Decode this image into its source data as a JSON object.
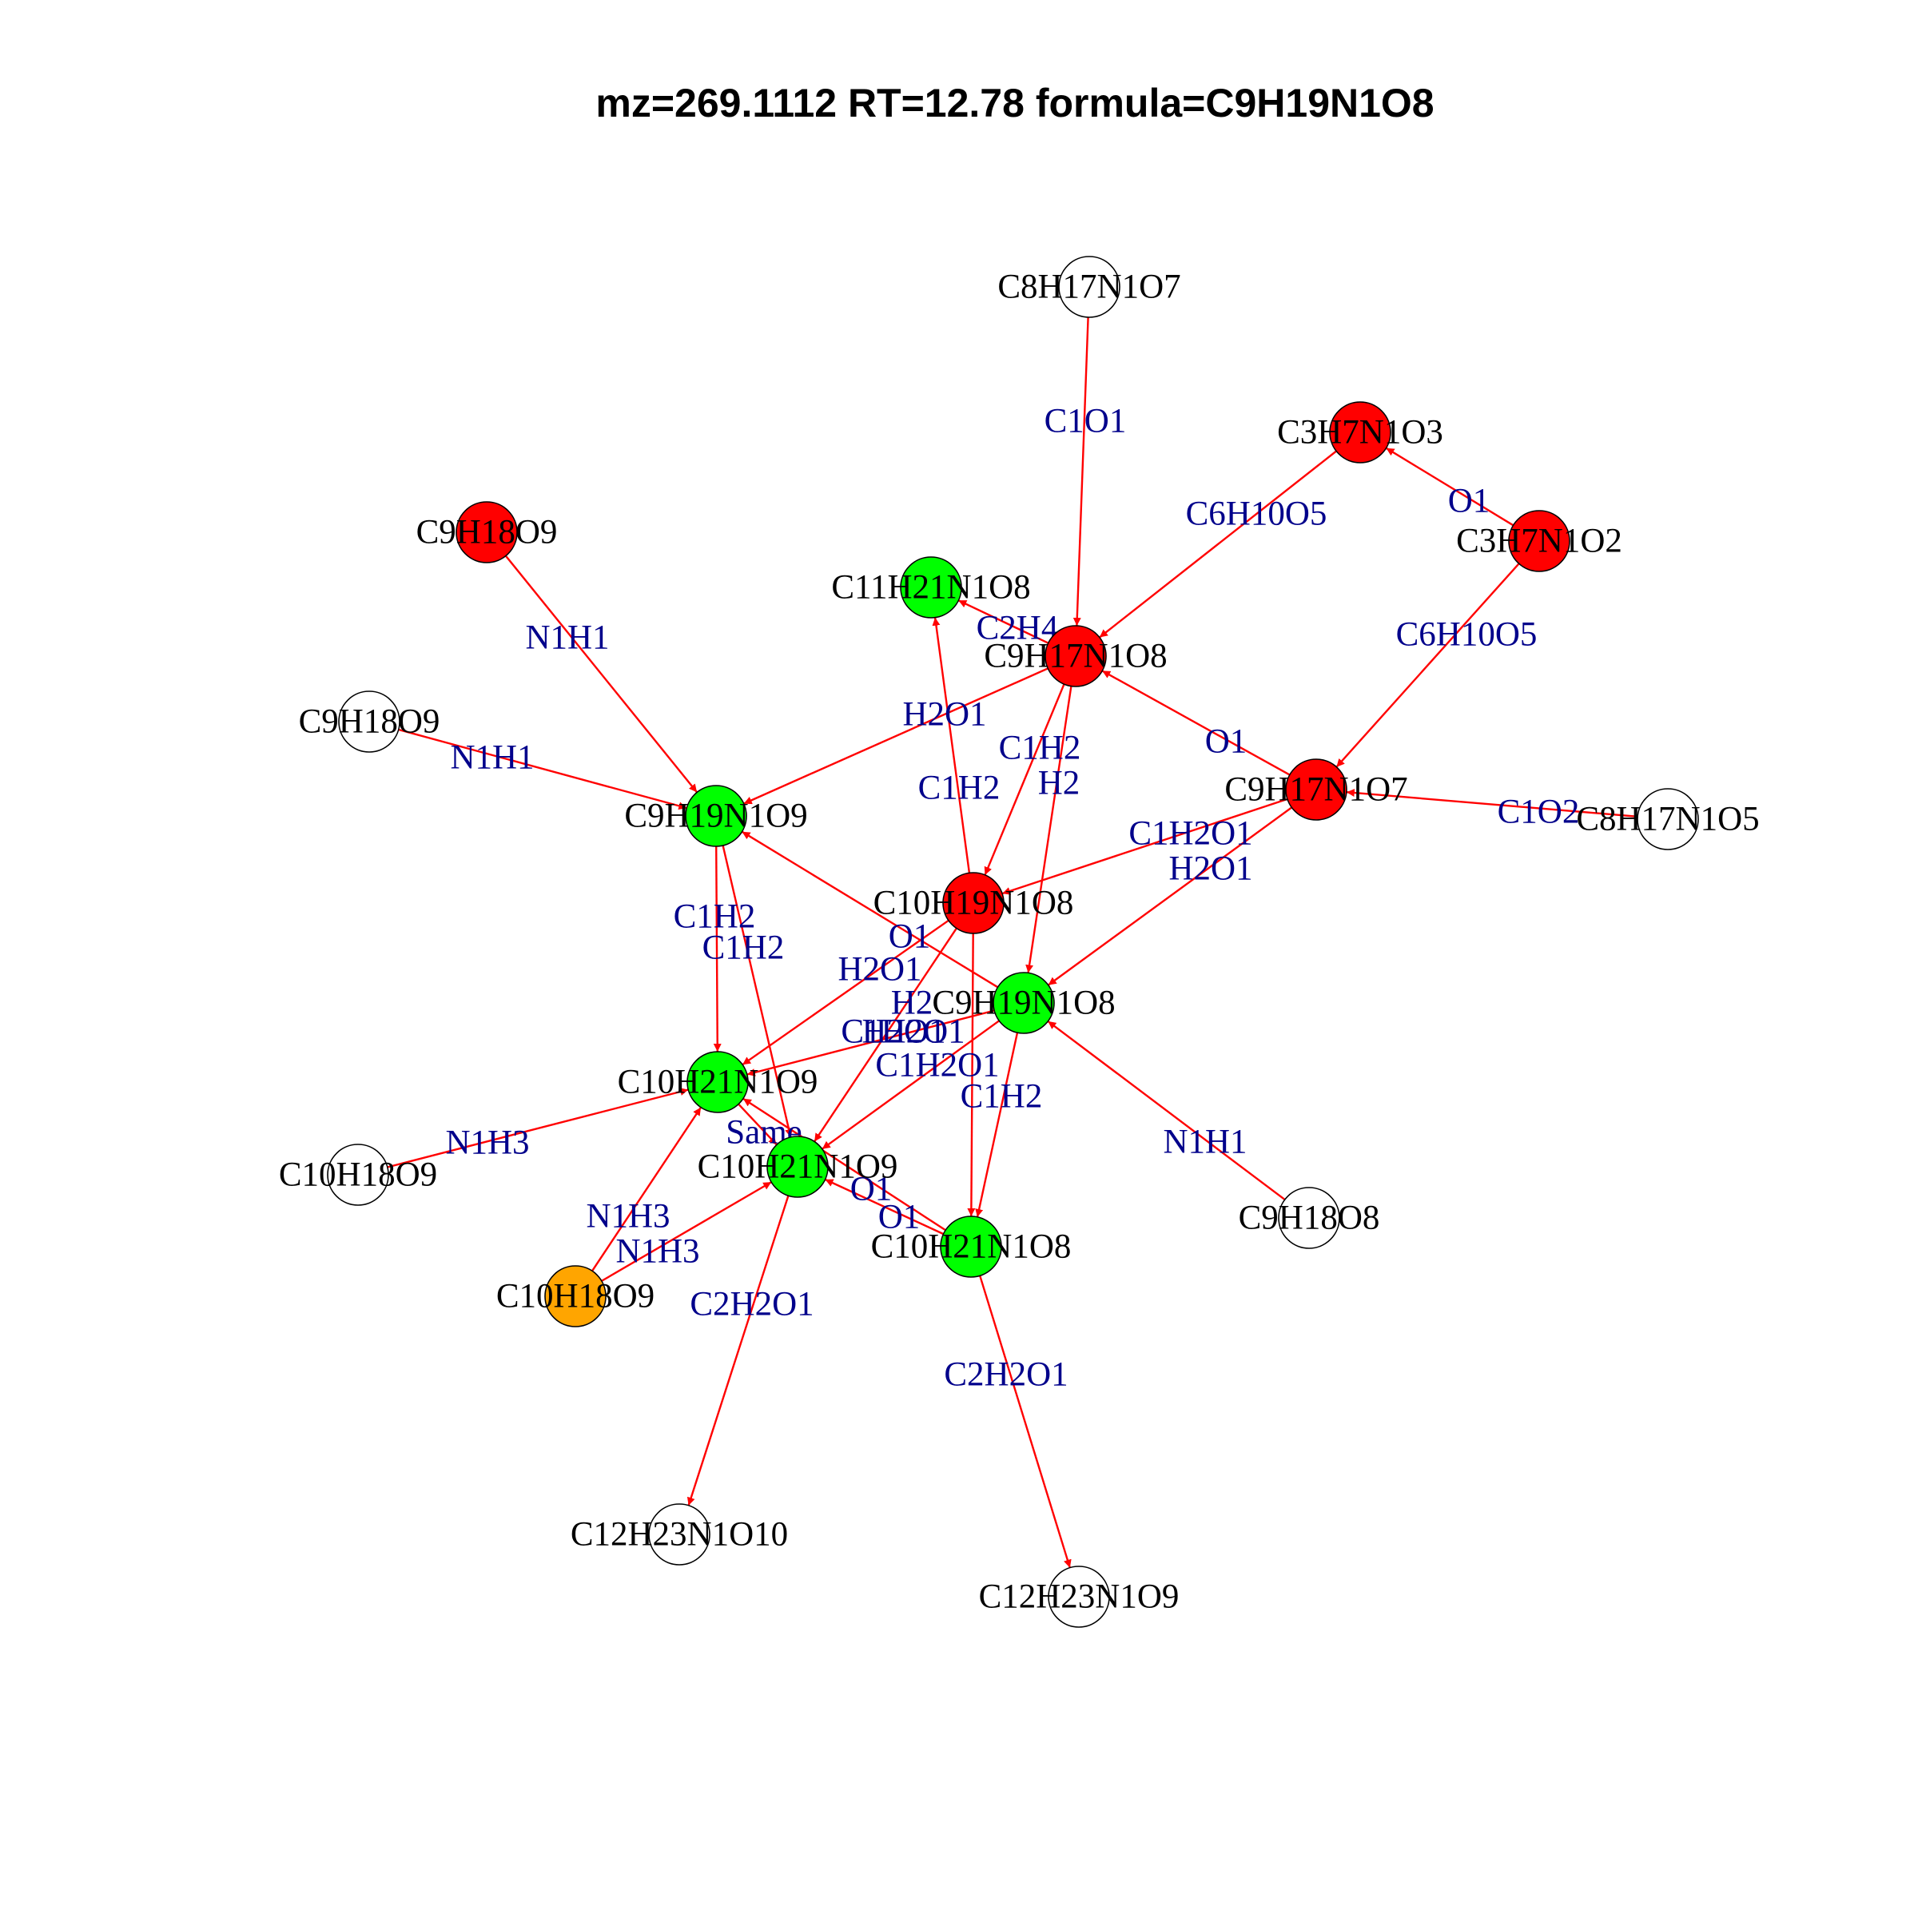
{
  "title": "mz=269.1112 RT=12.78 formula=C9H19N1O8",
  "colors": {
    "edge": "#ff0000",
    "edge_label": "#00008b",
    "red": "#ff0000",
    "green": "#00ff00",
    "orange": "#ffa500",
    "white": "#ffffff"
  },
  "nodes": [
    {
      "id": "n1",
      "label": "C8H17N1O7",
      "color": "white"
    },
    {
      "id": "n2",
      "label": "C3H7N1O3",
      "color": "red"
    },
    {
      "id": "n3",
      "label": "C3H7N1O2",
      "color": "red"
    },
    {
      "id": "n4",
      "label": "C9H18O9",
      "color": "red"
    },
    {
      "id": "n5",
      "label": "C11H21N1O8",
      "color": "green"
    },
    {
      "id": "n6",
      "label": "C9H17N1O8",
      "color": "red"
    },
    {
      "id": "n7",
      "label": "C9H18O9",
      "color": "white"
    },
    {
      "id": "n8",
      "label": "C9H17N1O7",
      "color": "red"
    },
    {
      "id": "n9",
      "label": "C8H17N1O5",
      "color": "white"
    },
    {
      "id": "n10",
      "label": "C9H19N1O9",
      "color": "green"
    },
    {
      "id": "n11",
      "label": "C10H19N1O8",
      "color": "red"
    },
    {
      "id": "n12",
      "label": "C9H19N1O8",
      "color": "green"
    },
    {
      "id": "n13",
      "label": "C10H21N1O9",
      "color": "green"
    },
    {
      "id": "n14",
      "label": "C10H18O9",
      "color": "white"
    },
    {
      "id": "n15",
      "label": "C10H21N1O9",
      "color": "green"
    },
    {
      "id": "n16",
      "label": "C10H21N1O8",
      "color": "green"
    },
    {
      "id": "n17",
      "label": "C9H18O8",
      "color": "white"
    },
    {
      "id": "n18",
      "label": "C10H18O9",
      "color": "orange"
    },
    {
      "id": "n19",
      "label": "C12H23N1O10",
      "color": "white"
    },
    {
      "id": "n20",
      "label": "C12H23N1O9",
      "color": "white"
    }
  ],
  "edges": [
    {
      "from": "n1",
      "to": "n6",
      "label": "C1O1"
    },
    {
      "from": "n2",
      "to": "n6",
      "label": "C6H10O5"
    },
    {
      "from": "n3",
      "to": "n2",
      "label": "O1"
    },
    {
      "from": "n3",
      "to": "n8",
      "label": "C6H10O5"
    },
    {
      "from": "n4",
      "to": "n10",
      "label": "N1H1"
    },
    {
      "from": "n6",
      "to": "n5",
      "label": "C2H4"
    },
    {
      "from": "n6",
      "to": "n10",
      "label": "H2O1"
    },
    {
      "from": "n6",
      "to": "n11",
      "label": "C1H2"
    },
    {
      "from": "n6",
      "to": "n12",
      "label": "H2"
    },
    {
      "from": "n11",
      "to": "n5",
      "label": "C1H2"
    },
    {
      "from": "n8",
      "to": "n6",
      "label": "O1"
    },
    {
      "from": "n9",
      "to": "n8",
      "label": "C1O2"
    },
    {
      "from": "n7",
      "to": "n10",
      "label": "N1H1"
    },
    {
      "from": "n8",
      "to": "n11",
      "label": "C1H2O1"
    },
    {
      "from": "n8",
      "to": "n12",
      "label": "H2O1"
    },
    {
      "from": "n10",
      "to": "n13",
      "label": "C1H2"
    },
    {
      "from": "n10",
      "to": "n15",
      "label": "C1H2"
    },
    {
      "from": "n12",
      "to": "n10",
      "label": "O1"
    },
    {
      "from": "n11",
      "to": "n13",
      "label": "H2O1"
    },
    {
      "from": "n11",
      "to": "n16",
      "label": "H2"
    },
    {
      "from": "n12",
      "to": "n13",
      "label": "H2O1"
    },
    {
      "from": "n11",
      "to": "n15",
      "label": "C1H2O1"
    },
    {
      "from": "n12",
      "to": "n15",
      "label": "C1H2O1"
    },
    {
      "from": "n12",
      "to": "n16",
      "label": "C1H2"
    },
    {
      "from": "n17",
      "to": "n12",
      "label": "N1H1"
    },
    {
      "from": "n14",
      "to": "n13",
      "label": "N1H3"
    },
    {
      "from": "n13",
      "to": "n15",
      "label": "Same"
    },
    {
      "from": "n16",
      "to": "n15",
      "label": "O1"
    },
    {
      "from": "n16",
      "to": "n13",
      "label": "O1"
    },
    {
      "from": "n18",
      "to": "n13",
      "label": "N1H3"
    },
    {
      "from": "n18",
      "to": "n15",
      "label": "N1H3"
    },
    {
      "from": "n15",
      "to": "n19",
      "label": "C2H2O1"
    },
    {
      "from": "n16",
      "to": "n20",
      "label": "C2H2O1"
    }
  ]
}
